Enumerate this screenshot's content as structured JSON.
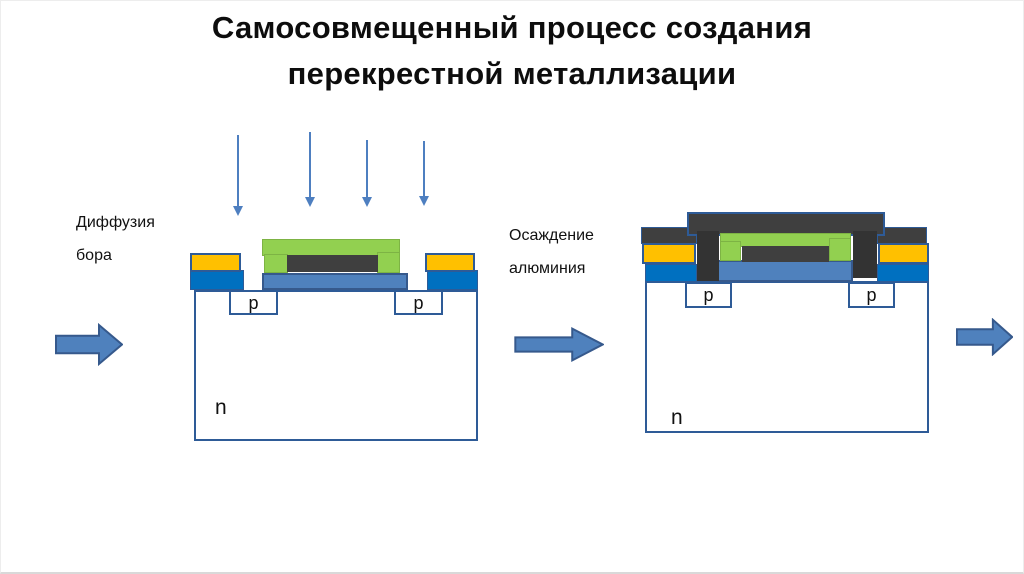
{
  "title": {
    "line1": "Самосовмещенный процесс создания",
    "line2": "перекрестной металлизации"
  },
  "stages": {
    "left": {
      "label_line1": "Диффузия",
      "label_line2": "бора",
      "region_p_left": "p",
      "region_p_right": "p",
      "substrate_label": "n"
    },
    "right": {
      "label_line1": "Осаждение",
      "label_line2": "алюминия",
      "region_p_left": "p",
      "region_p_right": "p",
      "substrate_label": "n"
    }
  },
  "icons": {
    "ion_beam_arrow": "thin-down-arrow",
    "process_flow_arrow": "blue-right-block-arrow"
  },
  "colors": {
    "substrate-border": "#2e5b97",
    "base-blue": "#4f81bd",
    "base-blue-border": "#36598c",
    "oxide-blue": "#0070c0",
    "contact-yellow": "#ffc000",
    "mask-green": "#92d050",
    "mask-green-border": "#7db344",
    "metal-dark": "#3f3f3f",
    "metal-darker": "#333333",
    "thin-arrow-blue": "#4e7fc0",
    "title-color": "#0d0d0d"
  }
}
